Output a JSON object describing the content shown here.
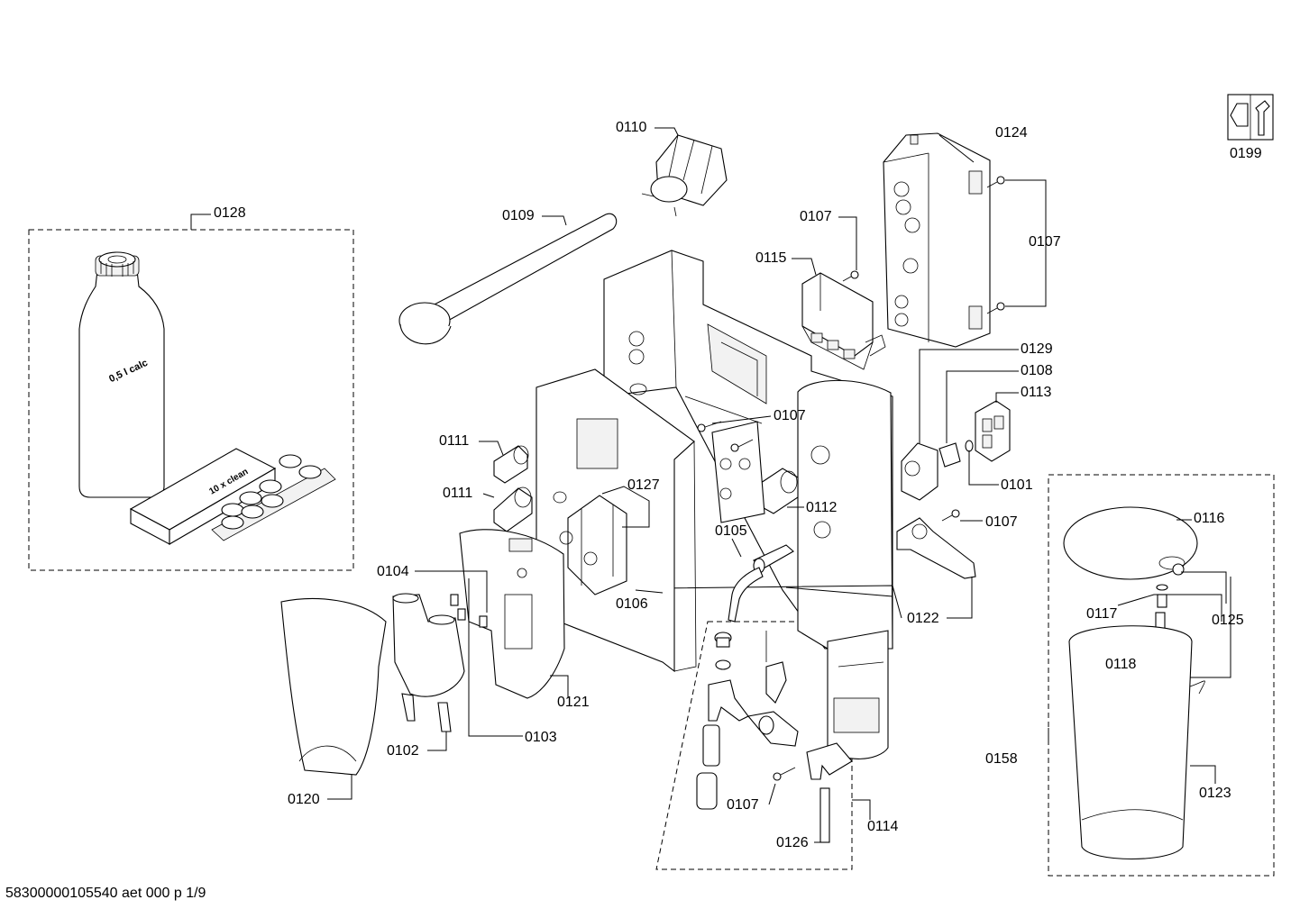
{
  "labels": {
    "p0101": "0101",
    "p0102": "0102",
    "p0103": "0103",
    "p0104": "0104",
    "p0105": "0105",
    "p0106": "0106",
    "p0107": "0107",
    "p0108": "0108",
    "p0109": "0109",
    "p0110": "0110",
    "p0111": "0111",
    "p0112": "0112",
    "p0113": "0113",
    "p0114": "0114",
    "p0115": "0115",
    "p0116": "0116",
    "p0117": "0117",
    "p0118": "0118",
    "p0120": "0120",
    "p0121": "0121",
    "p0122": "0122",
    "p0123": "0123",
    "p0124": "0124",
    "p0125": "0125",
    "p0126": "0126",
    "p0127": "0127",
    "p0128": "0128",
    "p0129": "0129",
    "p0158": "0158",
    "p0199": "0199"
  },
  "printed_text": {
    "bottle_label": "0,5 l calc",
    "tablet_box_label": "10 x clean"
  },
  "footer": {
    "document_id": "58300000105540 aet 000 p 1/9"
  }
}
